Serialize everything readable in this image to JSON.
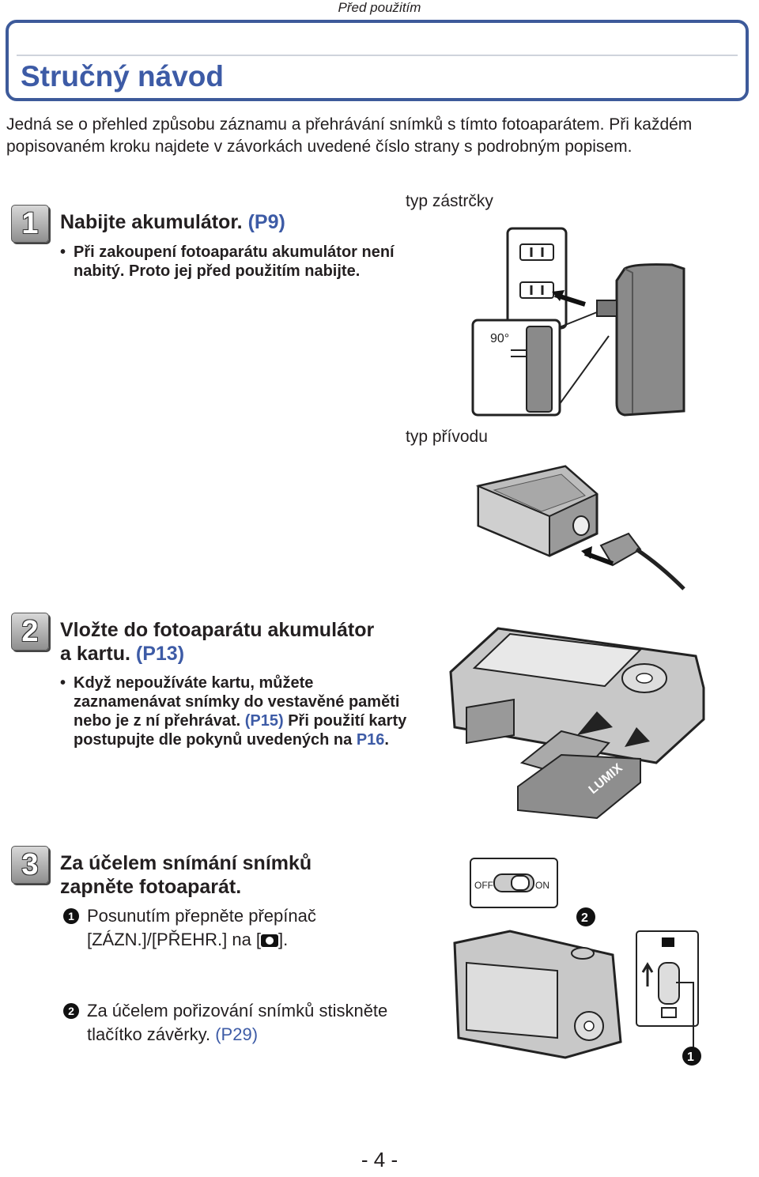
{
  "header": {
    "section": "Před použitím"
  },
  "title": "Stručný návod",
  "intro": "Jedná se o přehled způsobu záznamu a přehrávání snímků s tímto fotoaparátem. Při každém popisovaném kroku najdete v závorkách uvedené číslo strany s podrobným popisem.",
  "steps": [
    {
      "number": "1",
      "heading": "Nabijte akumulátor.",
      "ref": "(P9)",
      "bullet": "Při zakoupení fotoaparátu akumulátor není nabitý. Proto jej před použitím nabijte.",
      "captions": {
        "plug_type": "typ zástrčky",
        "cord_type": "typ přívodu",
        "angle": "90°"
      }
    },
    {
      "number": "2",
      "heading_line1": "Vložte do fotoaparátu akumulátor",
      "heading_line2": "a kartu.",
      "ref": "(P13)",
      "bullet_text1": "Když nepoužíváte kartu, můžete zaznamenávat snímky do vestavěné paměti nebo je z ní přehrávat.",
      "bullet_ref1": "(P15)",
      "bullet_text2": "Při použití karty postupujte dle pokynů uvedených na",
      "bullet_ref2": "P16",
      "bullet_end": ".",
      "battery_brand": "LUMIX"
    },
    {
      "number": "3",
      "heading_line1": "Za účelem snímání snímků",
      "heading_line2": "zapněte fotoaparát.",
      "items": [
        {
          "marker": "1",
          "text": "Posunutím přepněte přepínač [ZÁZN.]/[PŘEHR.] na [",
          "text_end": "]."
        },
        {
          "marker": "2",
          "text": "Za účelem pořizování snímků stiskněte tlačítko závěrky.",
          "ref": "(P29)"
        }
      ],
      "switch_labels": {
        "off": "OFF",
        "on": "ON"
      },
      "callouts": [
        "1",
        "2"
      ]
    }
  ],
  "page_number": "- 4 -"
}
